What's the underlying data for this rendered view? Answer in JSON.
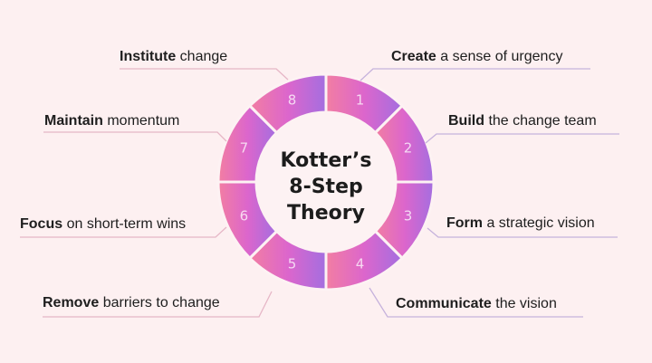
{
  "title": {
    "line1": "Kotter’s",
    "line2": "8-Step",
    "line3": "Theory"
  },
  "colors": {
    "background": "#fdf0f1",
    "pink": "#f27aa0",
    "purple": "#a66ee0",
    "magenta": "#dc66cc",
    "line_left": "#e6b6c6",
    "line_right": "#c6b2dc"
  },
  "steps": [
    {
      "number": "1",
      "bold": "Create",
      "rest": " a sense of urgency"
    },
    {
      "number": "2",
      "bold": "Build",
      "rest": " the change team"
    },
    {
      "number": "3",
      "bold": "Form",
      "rest": " a strategic vision"
    },
    {
      "number": "4",
      "bold": "Communicate",
      "rest": " the vision"
    },
    {
      "number": "5",
      "bold": "Remove",
      "rest": " barriers to change"
    },
    {
      "number": "6",
      "bold": "Focus",
      "rest": " on short-term wins"
    },
    {
      "number": "7",
      "bold": "Maintain",
      "rest": " momentum"
    },
    {
      "number": "8",
      "bold": "Institute",
      "rest": " change"
    }
  ]
}
